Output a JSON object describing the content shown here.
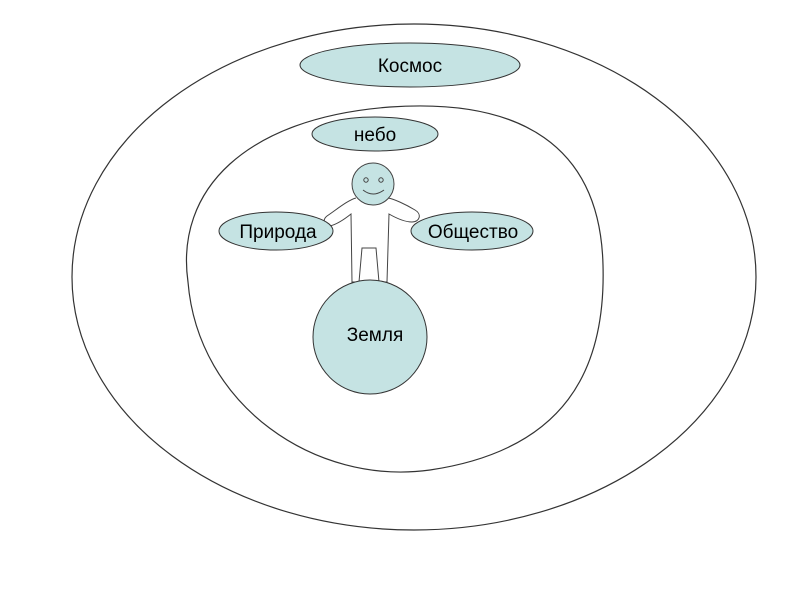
{
  "diagram": {
    "labels": {
      "cosmos": "Космос",
      "sky": "небо",
      "nature": "Природа",
      "society": "Общество",
      "earth": "Земля"
    },
    "colors": {
      "node_fill": "#c5e3e3",
      "stroke": "#333333",
      "background": "#ffffff"
    }
  }
}
